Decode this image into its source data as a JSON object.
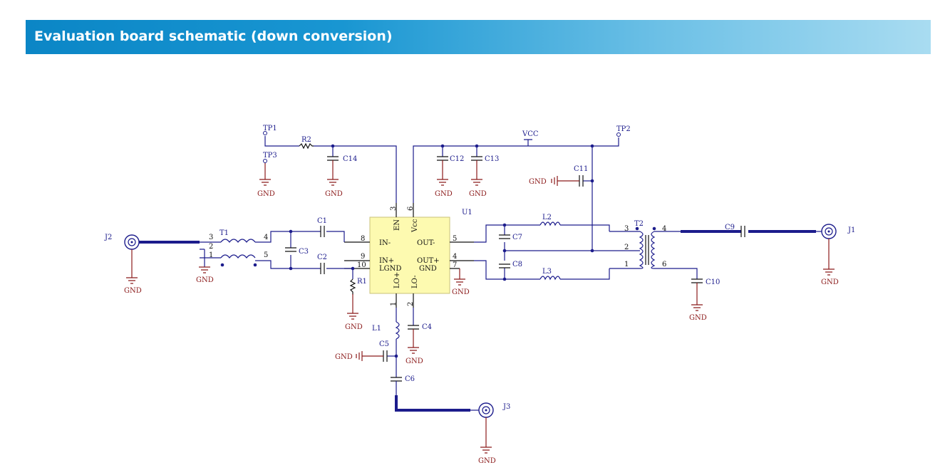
{
  "banner": {
    "title": "Evaluation board schematic (down conversion)"
  },
  "ic": {
    "designator": "U1",
    "pins_left": [
      "IN-",
      "IN+",
      "LGND"
    ],
    "pins_right": [
      "OUT-",
      "OUT+",
      "GND"
    ],
    "pins_top": [
      "EN",
      "Vcc"
    ],
    "pins_bottom": [
      "LO+",
      "LO-"
    ],
    "pin_numbers": [
      "1",
      "2",
      "3",
      "4",
      "5",
      "6",
      "7",
      "8",
      "9",
      "10"
    ]
  },
  "refs": {
    "TP1": "TP1",
    "TP2": "TP2",
    "TP3": "TP3",
    "R1": "R1",
    "R2": "R2",
    "C1": "C1",
    "C2": "C2",
    "C3": "C3",
    "C4": "C4",
    "C5": "C5",
    "C6": "C6",
    "C7": "C7",
    "C8": "C8",
    "C9": "C9",
    "C10": "C10",
    "C11": "C11",
    "C12": "C12",
    "C13": "C13",
    "C14": "C14",
    "L1": "L1",
    "L2": "L2",
    "L3": "L3",
    "T1": "T1",
    "T2": "T2",
    "J1": "J1",
    "J2": "J2",
    "J3": "J3"
  },
  "transformer_pins": {
    "T1": [
      "3",
      "2",
      "1",
      "4",
      "5"
    ],
    "T2": [
      "3",
      "2",
      "1",
      "4",
      "6"
    ]
  },
  "labels": {
    "gnd": "GND",
    "vcc": "VCC"
  }
}
